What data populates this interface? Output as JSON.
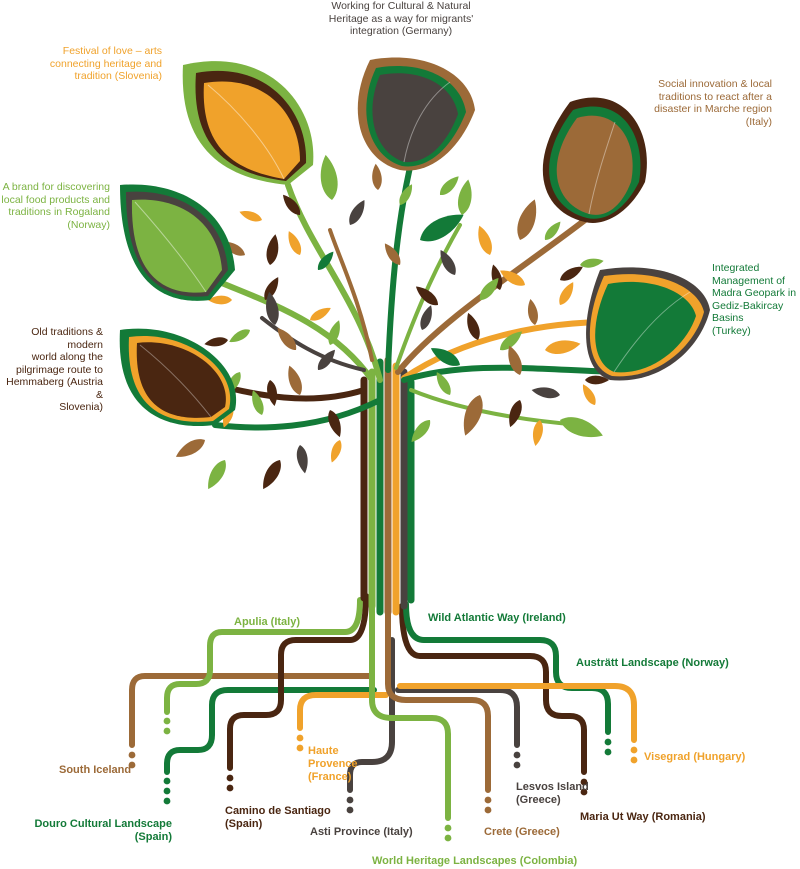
{
  "colors": {
    "orange": "#f0a22b",
    "light_green": "#7cb342",
    "dark_green": "#137a38",
    "brown": "#9c6a38",
    "dark_brown": "#4a2611",
    "dark_grey": "#49423f"
  },
  "leaf_labels": {
    "slovenia": "Festival of love – arts\nconnecting heritage and\ntradition (Slovenia)",
    "germany": "Working for Cultural & Natural\nHeritage as a way for migrants'\nintegration (Germany)",
    "italy_marche": "Social innovation & local\ntraditions to react after a\ndisaster in Marche region\n(Italy)",
    "norway_rogaland": "A brand for discovering\nlocal food products and\ntraditions in Rogaland\n(Norway)",
    "turkey": "Integrated\nManagement of\nMadra Geopark in\nGediz-Bakircay Basins\n(Turkey)",
    "austria": "Old traditions & modern\nworld along the\npilgrimage route to\nHemmaberg (Austria &\nSlovenia)"
  },
  "root_labels": {
    "apulia": "Apulia (Italy)",
    "wild_atlantic": "Wild Atlantic Way (Ireland)",
    "austratt": "Austrätt Landscape (Norway)",
    "south_iceland": "South Iceland",
    "haute_provence": "Haute\nProvence\n(France)",
    "visegrad": "Visegrad (Hungary)",
    "lesvos": "Lesvos Island\n(Greece)",
    "camino": "Camino de Santiago\n(Spain)",
    "maria_ut": "Maria Ut Way (Romania)",
    "douro": "Douro Cultural Landscape\n(Spain)",
    "asti": "Asti Province (Italy)",
    "crete": "Crete (Greece)",
    "colombia": "World Heritage Landscapes (Colombia)"
  }
}
